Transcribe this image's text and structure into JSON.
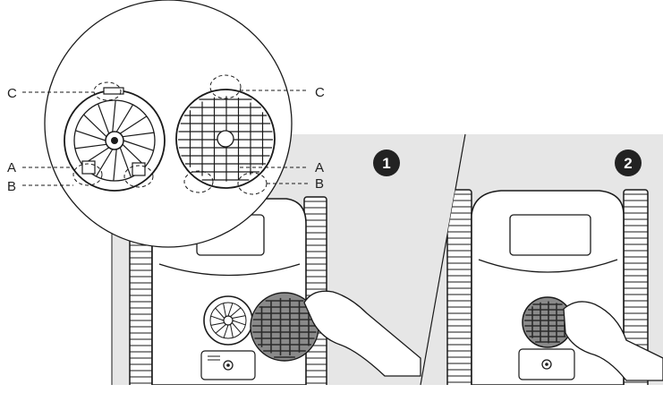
{
  "labels": {
    "c_left": "C",
    "c_right": "C",
    "a_left": "A",
    "a_right": "A",
    "b_left": "B",
    "b_right": "B"
  },
  "steps": {
    "step1": "1",
    "step2": "2"
  },
  "colors": {
    "panel": "#e6e6e6",
    "line": "#1a1a1a",
    "grille": "#888888",
    "badge": "#222222"
  }
}
